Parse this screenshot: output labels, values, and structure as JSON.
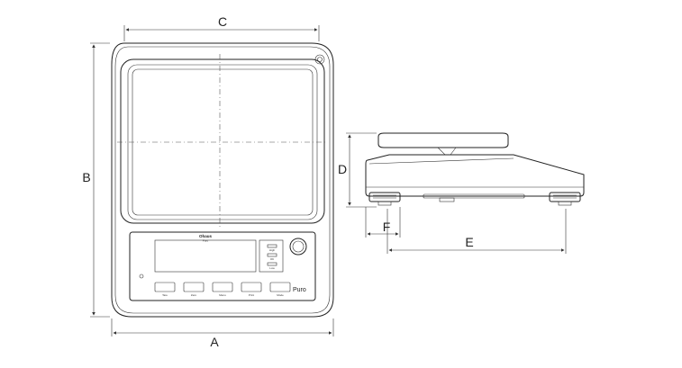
{
  "dimensions": {
    "a": "A",
    "b": "B",
    "c": "C",
    "d": "D",
    "e": "E",
    "f": "F"
  },
  "panel": {
    "brand_line1": "Ohaus",
    "brand_line2": "Puro",
    "model_label": "Puro",
    "key_labels": [
      "Tare",
      "Zero",
      "Menu",
      "Print",
      "Mode"
    ],
    "indicator_labels": [
      "High",
      "OK",
      "Low"
    ]
  }
}
